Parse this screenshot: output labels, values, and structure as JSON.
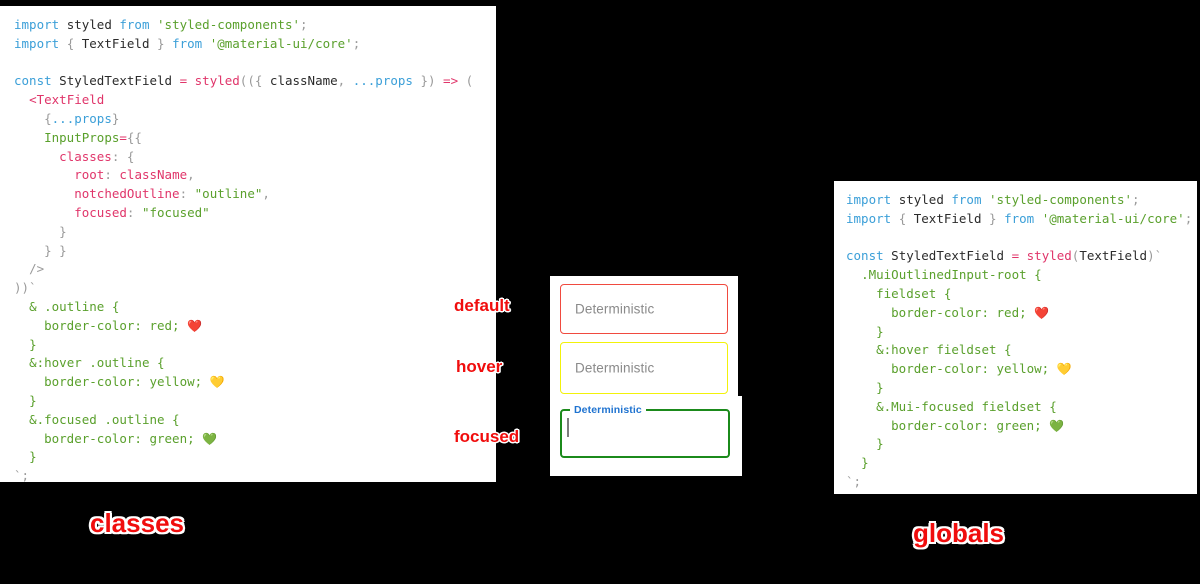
{
  "page": {
    "background": "#000000",
    "accent_red": "#f00d0d",
    "code_background": "#ffffff"
  },
  "left_panel": {
    "caption": "classes",
    "code_lines": [
      [
        {
          "t": "import",
          "c": "kw"
        },
        {
          "t": " ",
          "c": "plain"
        },
        {
          "t": "styled",
          "c": "id"
        },
        {
          "t": " ",
          "c": "plain"
        },
        {
          "t": "from",
          "c": "kw"
        },
        {
          "t": " ",
          "c": "plain"
        },
        {
          "t": "'styled-components'",
          "c": "str"
        },
        {
          "t": ";",
          "c": "punct"
        }
      ],
      [
        {
          "t": "import",
          "c": "kw"
        },
        {
          "t": " ",
          "c": "plain"
        },
        {
          "t": "{",
          "c": "punct"
        },
        {
          "t": " TextField ",
          "c": "id"
        },
        {
          "t": "}",
          "c": "punct"
        },
        {
          "t": " ",
          "c": "plain"
        },
        {
          "t": "from",
          "c": "kw"
        },
        {
          "t": " ",
          "c": "plain"
        },
        {
          "t": "'@material-ui/core'",
          "c": "str"
        },
        {
          "t": ";",
          "c": "punct"
        }
      ],
      [],
      [
        {
          "t": "const",
          "c": "kw"
        },
        {
          "t": " StyledTextField ",
          "c": "id"
        },
        {
          "t": "=",
          "c": "op"
        },
        {
          "t": " ",
          "c": "plain"
        },
        {
          "t": "styled",
          "c": "fn"
        },
        {
          "t": "((",
          "c": "punct"
        },
        {
          "t": "{ ",
          "c": "punct"
        },
        {
          "t": "className",
          "c": "id"
        },
        {
          "t": ",",
          "c": "punct"
        },
        {
          "t": " ",
          "c": "plain"
        },
        {
          "t": "...props",
          "c": "spread"
        },
        {
          "t": " })",
          "c": "punct"
        },
        {
          "t": " ",
          "c": "plain"
        },
        {
          "t": "=>",
          "c": "op"
        },
        {
          "t": " (",
          "c": "punct"
        }
      ],
      [
        {
          "t": "  ",
          "c": "plain"
        },
        {
          "t": "<TextField",
          "c": "tag"
        }
      ],
      [
        {
          "t": "    ",
          "c": "plain"
        },
        {
          "t": "{",
          "c": "punct"
        },
        {
          "t": "...props",
          "c": "spread"
        },
        {
          "t": "}",
          "c": "punct"
        }
      ],
      [
        {
          "t": "    ",
          "c": "plain"
        },
        {
          "t": "InputProps",
          "c": "attr"
        },
        {
          "t": "=",
          "c": "op"
        },
        {
          "t": "{{",
          "c": "punct"
        }
      ],
      [
        {
          "t": "      ",
          "c": "plain"
        },
        {
          "t": "classes",
          "c": "prop"
        },
        {
          "t": ": ",
          "c": "punct"
        },
        {
          "t": "{",
          "c": "punct"
        }
      ],
      [
        {
          "t": "        ",
          "c": "plain"
        },
        {
          "t": "root",
          "c": "prop"
        },
        {
          "t": ": ",
          "c": "punct"
        },
        {
          "t": "className",
          "c": "prop"
        },
        {
          "t": ",",
          "c": "punct"
        }
      ],
      [
        {
          "t": "        ",
          "c": "plain"
        },
        {
          "t": "notchedOutline",
          "c": "prop"
        },
        {
          "t": ": ",
          "c": "punct"
        },
        {
          "t": "\"outline\"",
          "c": "str"
        },
        {
          "t": ",",
          "c": "punct"
        }
      ],
      [
        {
          "t": "        ",
          "c": "plain"
        },
        {
          "t": "focused",
          "c": "prop"
        },
        {
          "t": ": ",
          "c": "punct"
        },
        {
          "t": "\"focused\"",
          "c": "str"
        }
      ],
      [
        {
          "t": "      ",
          "c": "plain"
        },
        {
          "t": "}",
          "c": "punct"
        }
      ],
      [
        {
          "t": "    ",
          "c": "plain"
        },
        {
          "t": "} }",
          "c": "punct"
        }
      ],
      [
        {
          "t": "  ",
          "c": "plain"
        },
        {
          "t": "/>",
          "c": "punct"
        }
      ],
      [
        {
          "t": "))`",
          "c": "punct"
        }
      ],
      [
        {
          "t": "  ",
          "c": "plain"
        },
        {
          "t": "& .outline {",
          "c": "sel"
        }
      ],
      [
        {
          "t": "    ",
          "c": "plain"
        },
        {
          "t": "border-color: red;",
          "c": "sel"
        },
        {
          "t": " ",
          "c": "plain"
        },
        {
          "t": "❤️",
          "c": "emoji"
        }
      ],
      [
        {
          "t": "  ",
          "c": "plain"
        },
        {
          "t": "}",
          "c": "sel"
        }
      ],
      [
        {
          "t": "  ",
          "c": "plain"
        },
        {
          "t": "&:hover .outline {",
          "c": "sel"
        }
      ],
      [
        {
          "t": "    ",
          "c": "plain"
        },
        {
          "t": "border-color: yellow;",
          "c": "sel"
        },
        {
          "t": " ",
          "c": "plain"
        },
        {
          "t": "💛",
          "c": "emoji"
        }
      ],
      [
        {
          "t": "  ",
          "c": "plain"
        },
        {
          "t": "}",
          "c": "sel"
        }
      ],
      [
        {
          "t": "  ",
          "c": "plain"
        },
        {
          "t": "&.focused .outline {",
          "c": "sel"
        }
      ],
      [
        {
          "t": "    ",
          "c": "plain"
        },
        {
          "t": "border-color: green;",
          "c": "sel"
        },
        {
          "t": " ",
          "c": "plain"
        },
        {
          "t": "💚",
          "c": "emoji"
        }
      ],
      [
        {
          "t": "  ",
          "c": "plain"
        },
        {
          "t": "}",
          "c": "sel"
        }
      ],
      [
        {
          "t": "`;",
          "c": "punct"
        }
      ]
    ]
  },
  "right_panel": {
    "caption": "globals",
    "code_lines": [
      [
        {
          "t": "import",
          "c": "kw"
        },
        {
          "t": " ",
          "c": "plain"
        },
        {
          "t": "styled",
          "c": "id"
        },
        {
          "t": " ",
          "c": "plain"
        },
        {
          "t": "from",
          "c": "kw"
        },
        {
          "t": " ",
          "c": "plain"
        },
        {
          "t": "'styled-components'",
          "c": "str"
        },
        {
          "t": ";",
          "c": "punct"
        }
      ],
      [
        {
          "t": "import",
          "c": "kw"
        },
        {
          "t": " ",
          "c": "plain"
        },
        {
          "t": "{",
          "c": "punct"
        },
        {
          "t": " TextField ",
          "c": "id"
        },
        {
          "t": "}",
          "c": "punct"
        },
        {
          "t": " ",
          "c": "plain"
        },
        {
          "t": "from",
          "c": "kw"
        },
        {
          "t": " ",
          "c": "plain"
        },
        {
          "t": "'@material-ui/core'",
          "c": "str"
        },
        {
          "t": ";",
          "c": "punct"
        }
      ],
      [],
      [
        {
          "t": "const",
          "c": "kw"
        },
        {
          "t": " StyledTextField ",
          "c": "id"
        },
        {
          "t": "=",
          "c": "op"
        },
        {
          "t": " ",
          "c": "plain"
        },
        {
          "t": "styled",
          "c": "fn"
        },
        {
          "t": "(",
          "c": "punct"
        },
        {
          "t": "TextField",
          "c": "id"
        },
        {
          "t": ")`",
          "c": "punct"
        }
      ],
      [
        {
          "t": "  ",
          "c": "plain"
        },
        {
          "t": ".MuiOutlinedInput-root {",
          "c": "sel"
        }
      ],
      [
        {
          "t": "    ",
          "c": "plain"
        },
        {
          "t": "fieldset {",
          "c": "sel"
        }
      ],
      [
        {
          "t": "      ",
          "c": "plain"
        },
        {
          "t": "border-color: red;",
          "c": "sel"
        },
        {
          "t": " ",
          "c": "plain"
        },
        {
          "t": "❤️",
          "c": "emoji"
        }
      ],
      [
        {
          "t": "    ",
          "c": "plain"
        },
        {
          "t": "}",
          "c": "sel"
        }
      ],
      [
        {
          "t": "    ",
          "c": "plain"
        },
        {
          "t": "&:hover fieldset {",
          "c": "sel"
        }
      ],
      [
        {
          "t": "      ",
          "c": "plain"
        },
        {
          "t": "border-color: yellow;",
          "c": "sel"
        },
        {
          "t": " ",
          "c": "plain"
        },
        {
          "t": "💛",
          "c": "emoji"
        }
      ],
      [
        {
          "t": "    ",
          "c": "plain"
        },
        {
          "t": "}",
          "c": "sel"
        }
      ],
      [
        {
          "t": "    ",
          "c": "plain"
        },
        {
          "t": "&.Mui-focused fieldset {",
          "c": "sel"
        }
      ],
      [
        {
          "t": "      ",
          "c": "plain"
        },
        {
          "t": "border-color: green;",
          "c": "sel"
        },
        {
          "t": " ",
          "c": "plain"
        },
        {
          "t": "💚",
          "c": "emoji"
        }
      ],
      [
        {
          "t": "    ",
          "c": "plain"
        },
        {
          "t": "}",
          "c": "sel"
        }
      ],
      [
        {
          "t": "  ",
          "c": "plain"
        },
        {
          "t": "}",
          "c": "sel"
        }
      ],
      [
        {
          "t": "`;",
          "c": "punct"
        }
      ]
    ]
  },
  "demo": {
    "annotations": {
      "default": "default",
      "hover": "hover",
      "focused": "focused"
    },
    "fields": {
      "default": {
        "placeholder": "Deterministic",
        "value": "",
        "border_color": "#f04a3f"
      },
      "hover": {
        "placeholder": "Deterministic",
        "value": "",
        "border_color": "#f2f20a"
      },
      "focused": {
        "label": "Deterministic",
        "value": "",
        "border_color": "#1b8a1b",
        "label_color": "#1f73d0"
      }
    }
  }
}
